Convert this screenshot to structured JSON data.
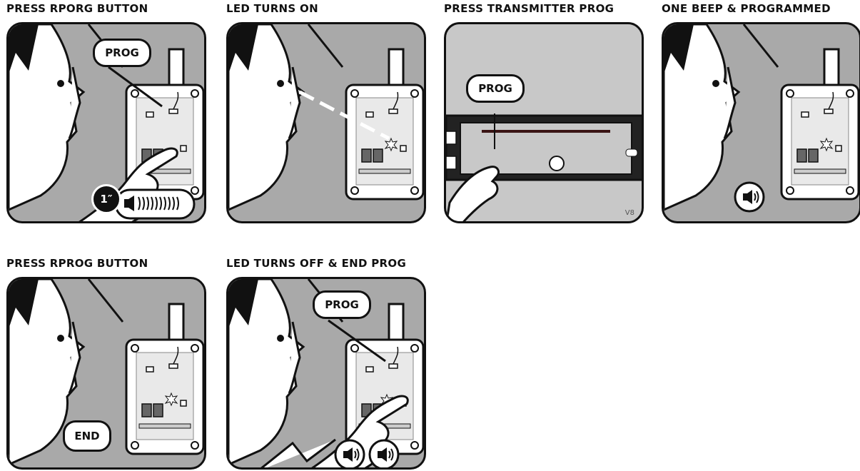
{
  "steps": [
    {
      "title": "PRESS RPORG BUTTON",
      "bubble": "PROG",
      "duration": "1″"
    },
    {
      "title": "LED TURNS ON"
    },
    {
      "title": "PRESS TRANSMITTER PROG",
      "bubble": "PROG",
      "version": "V8"
    },
    {
      "title": "ONE BEEP & PROGRAMMED"
    },
    {
      "title": "PRESS RPROG BUTTON",
      "bubble": "END"
    },
    {
      "title": "LED TURNS OFF & END PROG",
      "bubble": "PROG"
    }
  ],
  "icons": {
    "face": "face-profile-icon",
    "receiver": "receiver-board-icon",
    "finger": "pointing-hand-icon",
    "beep": "speaker-beep-icon",
    "long_beep": "long-beep-icon",
    "led": "led-flash-icon",
    "transmitter": "transmitter-icon"
  },
  "colors": {
    "panel_bg": "#a9a9a9",
    "outline": "#111111",
    "board": "#e9e9e9"
  }
}
